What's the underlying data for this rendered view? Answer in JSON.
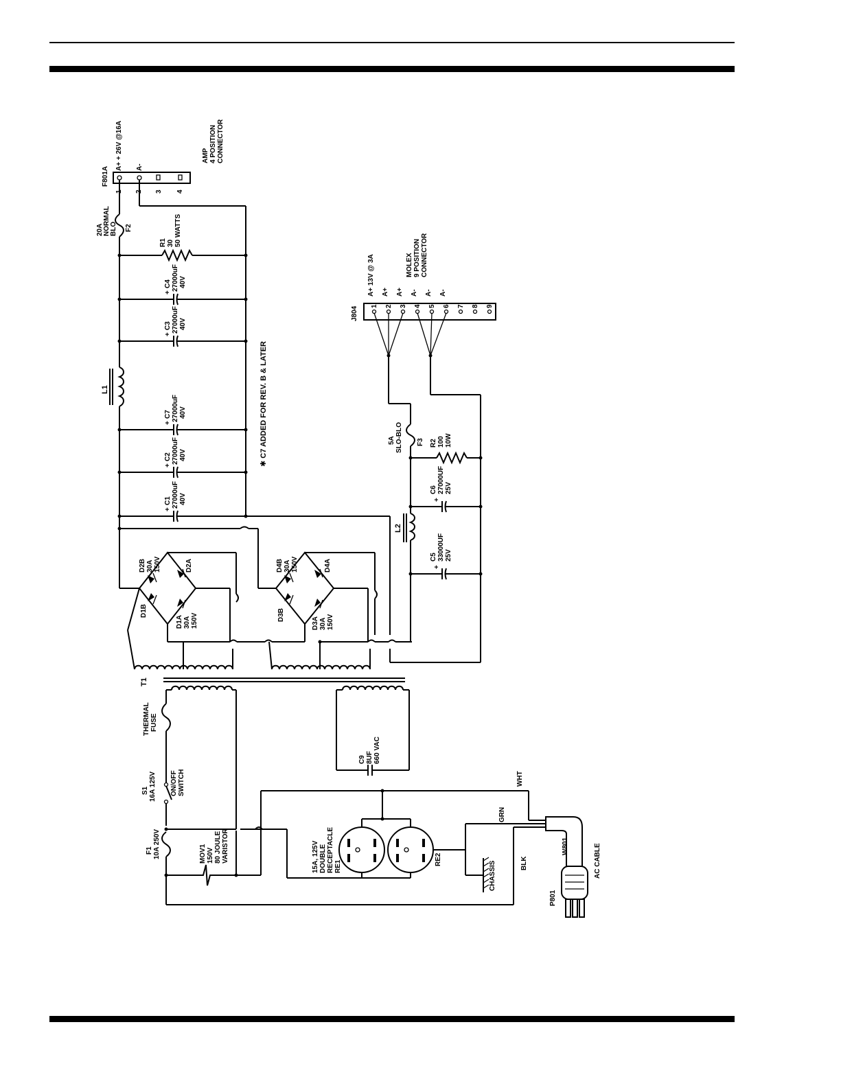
{
  "labels": {
    "f801a_ref": "F801A",
    "f801a_pin1": "A+  + 26V @16A",
    "f801a_pin2": "A-",
    "pin1": "1",
    "pin2": "2",
    "pin3": "3",
    "pin4": "4",
    "amp_conn1": "AMP",
    "amp_conn2": "4 POSITION",
    "amp_conn3": "CONNECTOR",
    "f2_1": "20A",
    "f2_2": "NORMAL",
    "f2_3": "BLO",
    "f2_ref": "F2",
    "r1_1": "R1",
    "r1_2": "30",
    "r1_3": "50 WATTS",
    "c4_1": "C4",
    "c4_2": "27000uF",
    "c4_3": "40V",
    "c3_1": "C3",
    "c3_2": "27000uF",
    "c3_3": "40V",
    "l1": "L1",
    "c7_1": "C7",
    "c7_2": "27000uF",
    "c7_3": "40V",
    "c2_1": "C2",
    "c2_2": "27000uF",
    "c2_3": "40V",
    "c1_1": "C1",
    "c1_2": "27000uF",
    "c1_3": "40V",
    "note_c7": "✱ C7  ADDED FOR REV. B & LATER",
    "d2b_1": "D2B",
    "d2b_2": "30A",
    "d2b_3": "150V",
    "d2a": "D2A",
    "d1b": "D1B",
    "d1a_1": "D1A",
    "d1a_2": "30A",
    "d1a_3": "150V",
    "d4b_1": "D4B",
    "d4b_2": "30A",
    "d4b_3": "150V",
    "d4a": "D4A",
    "d3b": "D3B",
    "d3a_1": "D3A",
    "d3a_2": "30A",
    "d3a_3": "150V",
    "t1": "T1",
    "thermal_1": "THERMAL",
    "thermal_2": "FUSE",
    "c9_1": "C9",
    "c9_2": "8UF",
    "c9_3": "660  VAC",
    "s1_1": "S1",
    "s1_2": "16A  125V",
    "s1_3": "ON/OFF",
    "s1_4": "SWITCH",
    "f1_1": "F1",
    "f1_2": "10A  250V",
    "mov_1": "MOV1",
    "mov_2": "150V",
    "mov_3": "80  JOULE",
    "mov_4": "VARISTOR",
    "rec_1": "15A, 125V",
    "rec_2": "DOUBLE",
    "rec_3": "RECEPTACLE",
    "re1": "RE1",
    "re2": "RE2",
    "chassis": "CHASSIS",
    "wht": "WHT",
    "grn": "GRN",
    "blk": "BLK",
    "w801": "W801",
    "p801": "P801",
    "ac_cable": "AC  CABLE",
    "j804": "J804",
    "j_pin1": "A+  13V @ 3A",
    "j_pin2": "A+",
    "j_pin3": "A+",
    "j_pin4": "A-",
    "j_pin5": "A-",
    "j_pin6": "A-",
    "molex_1": "MOLEX",
    "molex_2": "9 POSITION",
    "molex_3": "CONNECTOR",
    "jn1": "1",
    "jn2": "2",
    "jn3": "3",
    "jn4": "4",
    "jn5": "5",
    "jn6": "6",
    "jn7": "7",
    "jn8": "8",
    "jn9": "9",
    "f3_1": "5A",
    "f3_2": "SLO-BLO",
    "f3_ref": "F3",
    "r2_1": "R2",
    "r2_2": "100",
    "r2_3": "10W",
    "c6_1": "C6",
    "c6_2": "27000UF",
    "c6_3": "25V",
    "l2": "L2",
    "c5_1": "C5",
    "c5_2": "33000UF",
    "c5_3": "25V",
    "plus": "+"
  }
}
